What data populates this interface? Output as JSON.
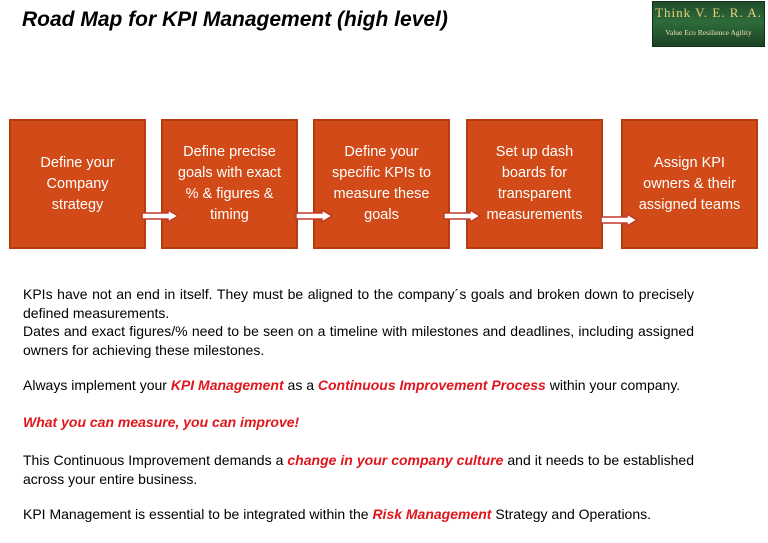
{
  "title": "Road Map for KPI Management (high level)",
  "logo": {
    "main": "Think V. E. R. A.",
    "sub": "Value Eco Resilience Agility"
  },
  "colors": {
    "step_fill": "#d14a17",
    "highlight": "#e0161d"
  },
  "steps": [
    "Define your Company strategy",
    "Define precise goals with exact % & figures & timing",
    "Define your specific KPIs to measure these goals",
    "Set up dash boards for transparent measurements",
    "Assign KPI owners & their assigned teams"
  ],
  "paragraphs": {
    "p1": "KPIs have not an end in itself. They must be aligned to the company´s goals and broken down to precisely defined measurements.",
    "p2": "Dates and exact figures/% need to be seen on a timeline with milestones and deadlines, including assigned owners for achieving these milestones.",
    "p3": {
      "pre": "Always implement your ",
      "hl1": "KPI Management",
      "mid": " as a ",
      "hl2": "Continuous Improvement Process",
      "post": " within your company."
    },
    "p4": "What you can measure, you can improve!",
    "p5": {
      "pre": "This Continuous Improvement demands a ",
      "hl": "change in your company culture",
      "post": " and it needs to be established across your entire business."
    },
    "p6": {
      "pre": "KPI Management is essential to be integrated within the ",
      "hl": "Risk Management",
      "post": " Strategy and Operations."
    }
  }
}
